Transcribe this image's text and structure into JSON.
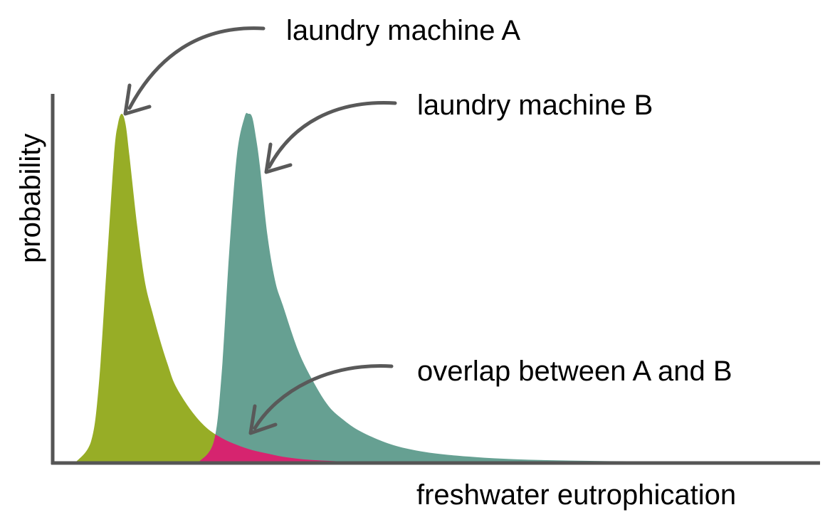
{
  "chart_data": {
    "type": "area",
    "title": "",
    "xlabel": "freshwater eutrophication",
    "ylabel": "probability",
    "x_ticks_shown": false,
    "y_ticks_shown": false,
    "grid": false,
    "series": [
      {
        "name": "laundry machine A",
        "color": "#97ad26",
        "x": [
          0.03,
          0.05,
          0.06,
          0.07,
          0.08,
          0.085,
          0.09,
          0.095,
          0.1,
          0.11,
          0.12,
          0.13,
          0.14,
          0.15,
          0.16,
          0.18,
          0.2,
          0.22,
          0.24,
          0.26,
          0.28,
          0.3,
          0.33,
          0.37,
          0.4
        ],
        "y": [
          0.0,
          0.06,
          0.22,
          0.55,
          0.88,
          0.97,
          1.0,
          0.97,
          0.88,
          0.68,
          0.52,
          0.43,
          0.35,
          0.28,
          0.22,
          0.15,
          0.1,
          0.07,
          0.05,
          0.035,
          0.025,
          0.016,
          0.008,
          0.003,
          0.0
        ]
      },
      {
        "name": "laundry machine B",
        "color": "#66a092",
        "x": [
          0.19,
          0.21,
          0.22,
          0.23,
          0.24,
          0.25,
          0.255,
          0.26,
          0.265,
          0.27,
          0.28,
          0.29,
          0.3,
          0.32,
          0.34,
          0.36,
          0.38,
          0.4,
          0.43,
          0.46,
          0.5,
          0.55,
          0.6,
          0.65,
          0.7,
          0.75,
          0.8,
          0.86,
          0.92
        ],
        "y": [
          0.0,
          0.06,
          0.25,
          0.6,
          0.88,
          0.99,
          1.0,
          0.99,
          0.93,
          0.85,
          0.65,
          0.52,
          0.45,
          0.32,
          0.23,
          0.16,
          0.12,
          0.09,
          0.06,
          0.04,
          0.025,
          0.015,
          0.009,
          0.006,
          0.004,
          0.003,
          0.002,
          0.001,
          0.0
        ]
      }
    ],
    "overlap": {
      "name": "overlap between A and B",
      "color": "#d6246f"
    },
    "annotations": [
      {
        "id": "a",
        "text": "laundry machine A"
      },
      {
        "id": "b",
        "text": "laundry machine B"
      },
      {
        "id": "overlap",
        "text": "overlap between A and B"
      }
    ],
    "xlim": [
      0,
      1
    ],
    "ylim": [
      0,
      1
    ],
    "axis_color": "#555555",
    "arrow_color": "#595959"
  }
}
